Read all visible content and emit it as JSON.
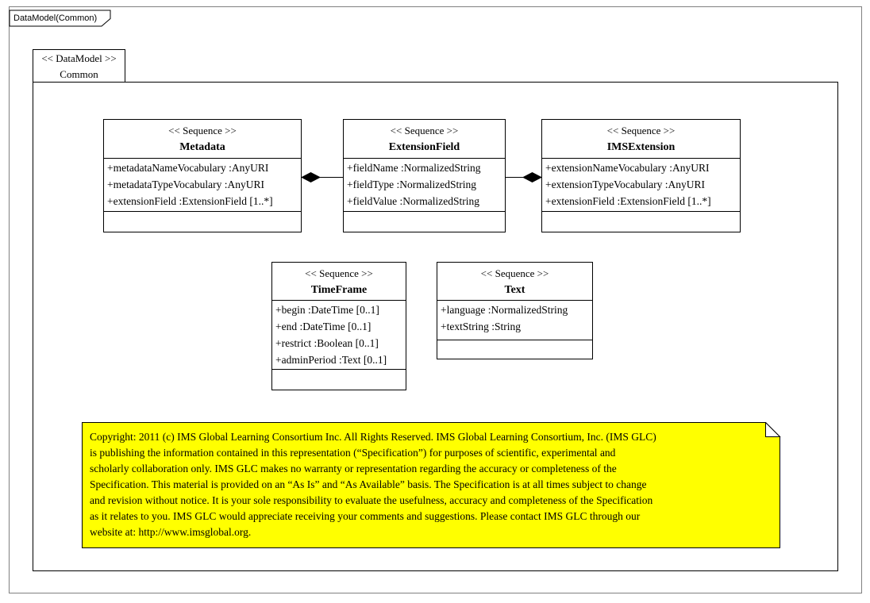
{
  "window": {
    "tab_label": "DataModel(Common)"
  },
  "frame": {
    "stereotype": "<< DataModel >>",
    "name": "Common"
  },
  "classes": {
    "metadata": {
      "stereotype": "<< Sequence >>",
      "name": "Metadata",
      "attributes": [
        "+metadataNameVocabulary  :AnyURI",
        "+metadataTypeVocabulary  :AnyURI",
        "+extensionField :ExtensionField  [1..*]"
      ]
    },
    "extensionField": {
      "stereotype": "<< Sequence >>",
      "name": "ExtensionField",
      "attributes": [
        "+fieldName :NormalizedString",
        "+fieldType :NormalizedString",
        "+fieldValue :NormalizedString"
      ]
    },
    "imsExtension": {
      "stereotype": "<< Sequence >>",
      "name": "IMSExtension",
      "attributes": [
        "+extensionNameVocabulary  :AnyURI",
        "+extensionTypeVocabulary  :AnyURI",
        "+extensionField :ExtensionField  [1..*]"
      ]
    },
    "timeFrame": {
      "stereotype": "<< Sequence >>",
      "name": "TimeFrame",
      "attributes": [
        "+begin :DateTime [0..1]",
        "+end :DateTime [0..1]",
        "+restrict :Boolean [0..1]",
        "+adminPeriod :Text [0..1]"
      ]
    },
    "text": {
      "stereotype": "<< Sequence >>",
      "name": "Text",
      "attributes": [
        "+language :NormalizedString",
        "+textString :String"
      ]
    }
  },
  "connectors": [
    {
      "type": "composition",
      "owner": "Metadata",
      "part": "ExtensionField"
    },
    {
      "type": "composition",
      "owner": "IMSExtension",
      "part": "ExtensionField"
    }
  ],
  "note": {
    "lines": [
      "Copyright: 2011 (c) IMS Global Learning Consortium Inc.  All Rights Reserved.  IMS Global Learning Consortium, Inc. (IMS GLC)",
      "is publishing the information contained in this representation (“Specification”) for purposes of scientific, experimental and",
      "scholarly collaboration only.  IMS GLC makes no warranty or representation regarding  the accuracy or completeness of the",
      "Specification.  This material is provided on an “As Is” and “As Available” basis.  The Specification is at all times subject to change",
      "and revision without notice.  It is your sole responsibility to evaluate the usefulness, accuracy and completeness of the Specification",
      "as it relates to you.  IMS GLC would appreciate receiving your comments and suggestions.  Please contact IMS GLC through our",
      "website at: http://www.imsglobal.org."
    ]
  },
  "colors": {
    "note_bg": "#FFFF00",
    "line": "#000000",
    "page_border": "#808080"
  }
}
